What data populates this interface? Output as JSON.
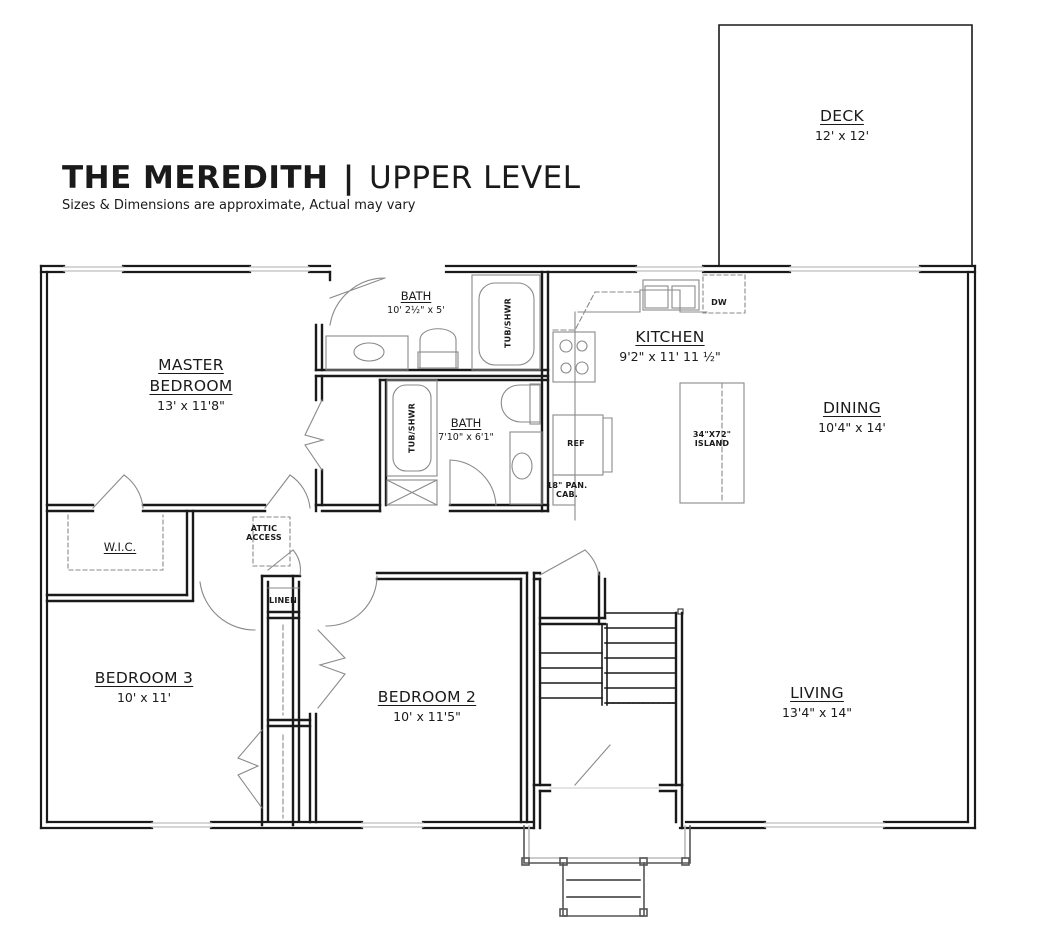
{
  "header": {
    "title_bold": "THE MEREDITH",
    "title_separator": "|",
    "title_light": "UPPER LEVEL",
    "subtitle": "Sizes & Dimensions are approximate, Actual may vary"
  },
  "colors": {
    "wall": "#1a1a1a",
    "fixture": "#8a8a8a",
    "window": "#c8c8c8",
    "background": "#ffffff"
  },
  "rooms": {
    "deck": {
      "name": "DECK",
      "dims": "12' x 12'"
    },
    "master_bedroom": {
      "name_line1": "MASTER",
      "name_line2": "BEDROOM",
      "dims": "13' x 11'8\""
    },
    "master_bath": {
      "name": "BATH",
      "dims": "10' 2½\" x 5'"
    },
    "hall_bath": {
      "name": "BATH",
      "dims": "7'10\" x 6'1\""
    },
    "kitchen": {
      "name": "KITCHEN",
      "dims": "9'2\" x 11' 11 ½\""
    },
    "dining": {
      "name": "DINING",
      "dims": "10'4\" x 14'"
    },
    "living": {
      "name": "LIVING",
      "dims": "13'4\" x 14\""
    },
    "bedroom2": {
      "name": "BEDROOM 2",
      "dims": "10' x 11'5\""
    },
    "bedroom3": {
      "name": "BEDROOM 3",
      "dims": "10' x 11'"
    },
    "wic": {
      "name": "W.I.C."
    }
  },
  "fixtures": {
    "tub_shower_1": "TUB/SHWR",
    "tub_shower_2": "TUB/SHWR",
    "dishwasher": "DW",
    "refrigerator": "REF",
    "pantry_line1": "18\" PAN.",
    "pantry_line2": "CAB.",
    "island_line1": "34\"X72\"",
    "island_line2": "ISLAND",
    "attic_line1": "ATTIC",
    "attic_line2": "ACCESS",
    "linen": "LINEN"
  }
}
